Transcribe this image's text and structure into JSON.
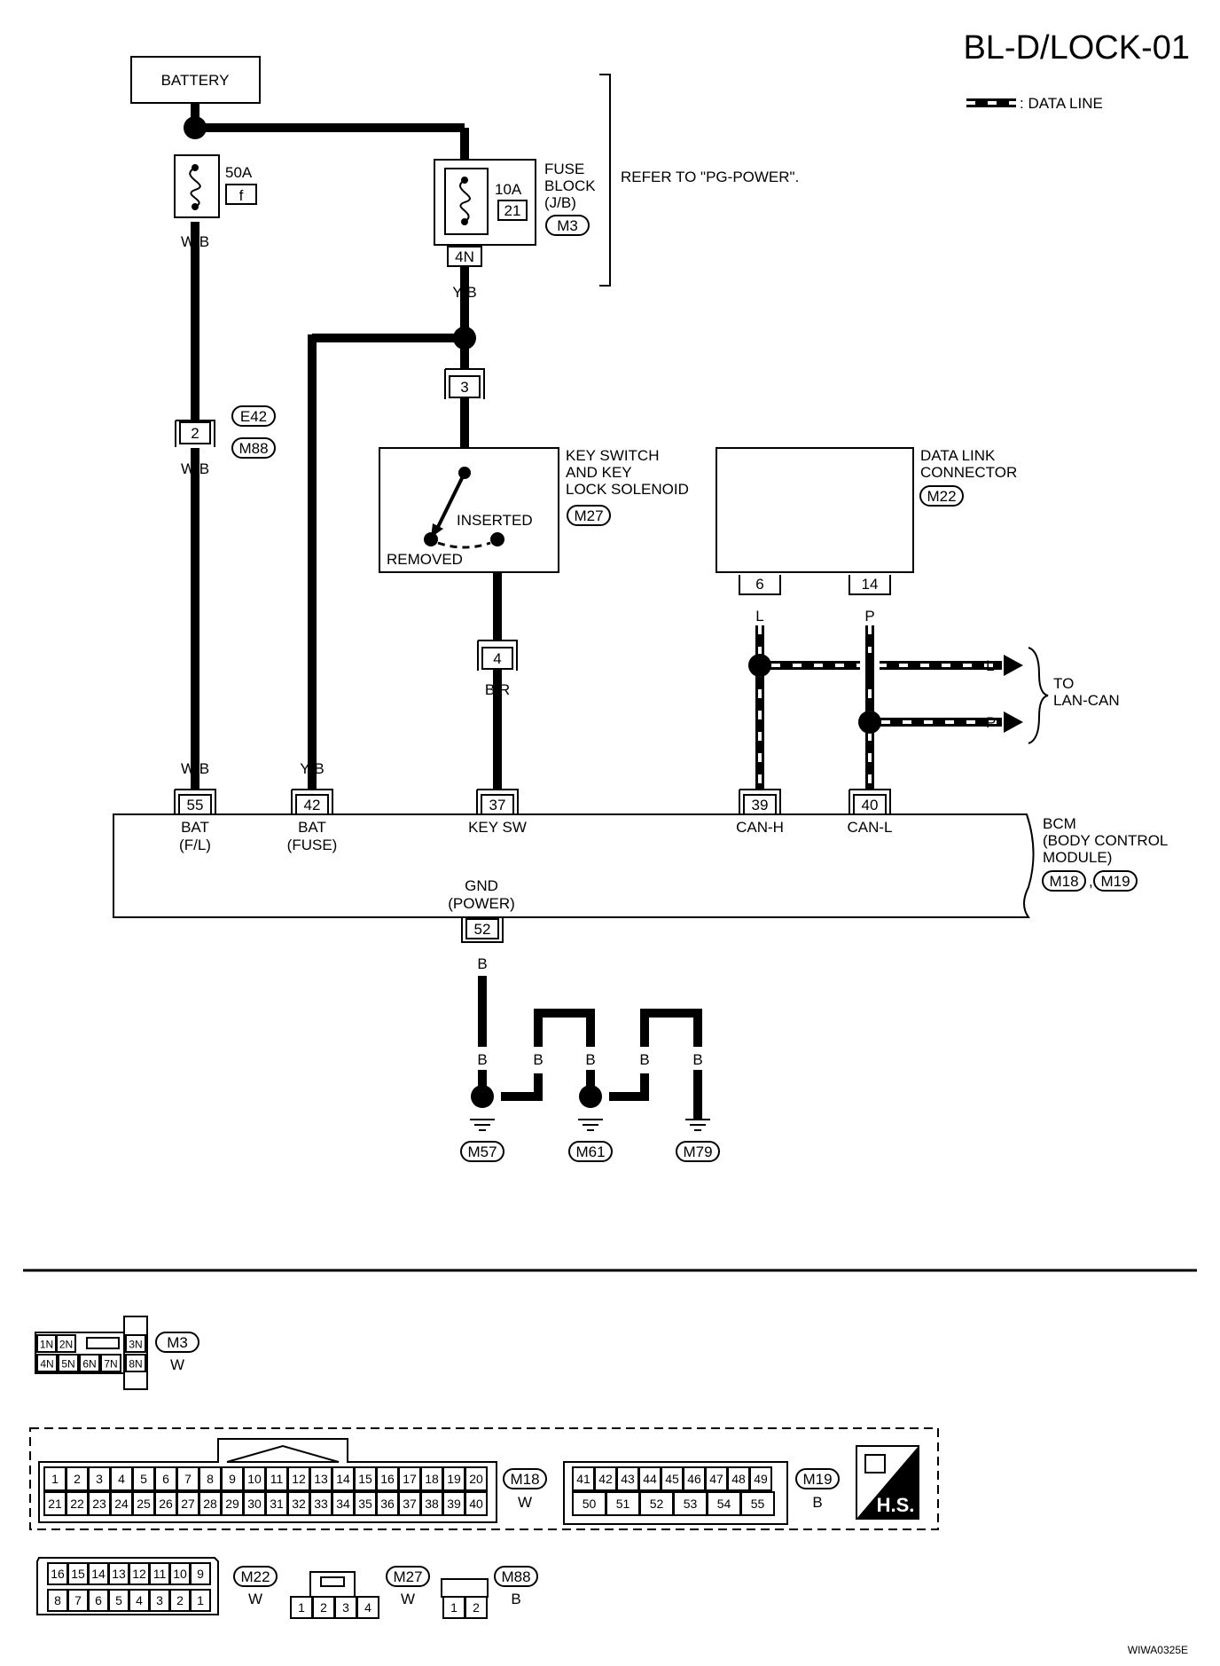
{
  "title": "BL-D/LOCK-01",
  "legend": {
    "label": ": DATA LINE"
  },
  "battery": {
    "label": "BATTERY"
  },
  "fuse50": {
    "rating": "50A",
    "id": "f"
  },
  "fuse10": {
    "rating": "10A",
    "id": "21"
  },
  "fuse_block": {
    "line1": "FUSE",
    "line2": "BLOCK",
    "line3": "(J/B)",
    "conn": "M3",
    "term": "4N"
  },
  "refer": "REFER TO \"PG-POWER\".",
  "wires": {
    "wb": "W/B",
    "yb": "Y/B",
    "br": "B/R",
    "l": "L",
    "p": "P",
    "b": "B"
  },
  "joint_e42": {
    "conn1": "E42",
    "conn2": "M88",
    "term": "2"
  },
  "joint_3": "3",
  "joint_4": "4",
  "key_switch": {
    "line1": "KEY SWITCH",
    "line2": "AND KEY",
    "line3": "LOCK SOLENOID",
    "conn": "M27",
    "inserted": "INSERTED",
    "removed": "REMOVED"
  },
  "dlc": {
    "line1": "DATA LINK",
    "line2": "CONNECTOR",
    "conn": "M22",
    "term_h": "6",
    "term_l": "14"
  },
  "lan": {
    "line1": "TO",
    "line2": "LAN-CAN"
  },
  "bcm": {
    "line1": "BCM",
    "line2": "(BODY CONTROL",
    "line3": "MODULE)",
    "conn1": "M18",
    "conn2": "M19",
    "pins": [
      {
        "num": "55",
        "l1": "BAT",
        "l2": "(F/L)"
      },
      {
        "num": "42",
        "l1": "BAT",
        "l2": "(FUSE)"
      },
      {
        "num": "37",
        "l1": "KEY SW",
        "l2": ""
      },
      {
        "num": "39",
        "l1": "CAN-H",
        "l2": ""
      },
      {
        "num": "40",
        "l1": "CAN-L",
        "l2": ""
      }
    ],
    "gnd": {
      "l1": "GND",
      "l2": "(POWER)",
      "num": "52"
    }
  },
  "grounds": [
    "M57",
    "M61",
    "M79"
  ],
  "connectors": {
    "m3": {
      "id": "M3",
      "color": "W",
      "top": [
        "1N",
        "2N",
        "3N"
      ],
      "bottom": [
        "4N",
        "5N",
        "6N",
        "7N",
        "8N"
      ]
    },
    "m18": {
      "id": "M18",
      "color": "W",
      "top": [
        "1",
        "2",
        "3",
        "4",
        "5",
        "6",
        "7",
        "8",
        "9",
        "10",
        "11",
        "12",
        "13",
        "14",
        "15",
        "16",
        "17",
        "18",
        "19",
        "20"
      ],
      "bottom": [
        "21",
        "22",
        "23",
        "24",
        "25",
        "26",
        "27",
        "28",
        "29",
        "30",
        "31",
        "32",
        "33",
        "34",
        "35",
        "36",
        "37",
        "38",
        "39",
        "40"
      ]
    },
    "m19": {
      "id": "M19",
      "color": "B",
      "top": [
        "41",
        "42",
        "43",
        "44",
        "45",
        "46",
        "47",
        "48",
        "49"
      ],
      "bottom": [
        "50",
        "51",
        "52",
        "53",
        "54",
        "55"
      ]
    },
    "hs": "H.S.",
    "m22": {
      "id": "M22",
      "color": "W",
      "top": [
        "16",
        "15",
        "14",
        "13",
        "12",
        "11",
        "10",
        "9"
      ],
      "bottom": [
        "8",
        "7",
        "6",
        "5",
        "4",
        "3",
        "2",
        "1"
      ]
    },
    "m27": {
      "id": "M27",
      "color": "W",
      "pins": [
        "1",
        "2",
        "3",
        "4"
      ]
    },
    "m88": {
      "id": "M88",
      "color": "B",
      "pins": [
        "1",
        "2"
      ]
    }
  },
  "code": "WIWA0325E"
}
